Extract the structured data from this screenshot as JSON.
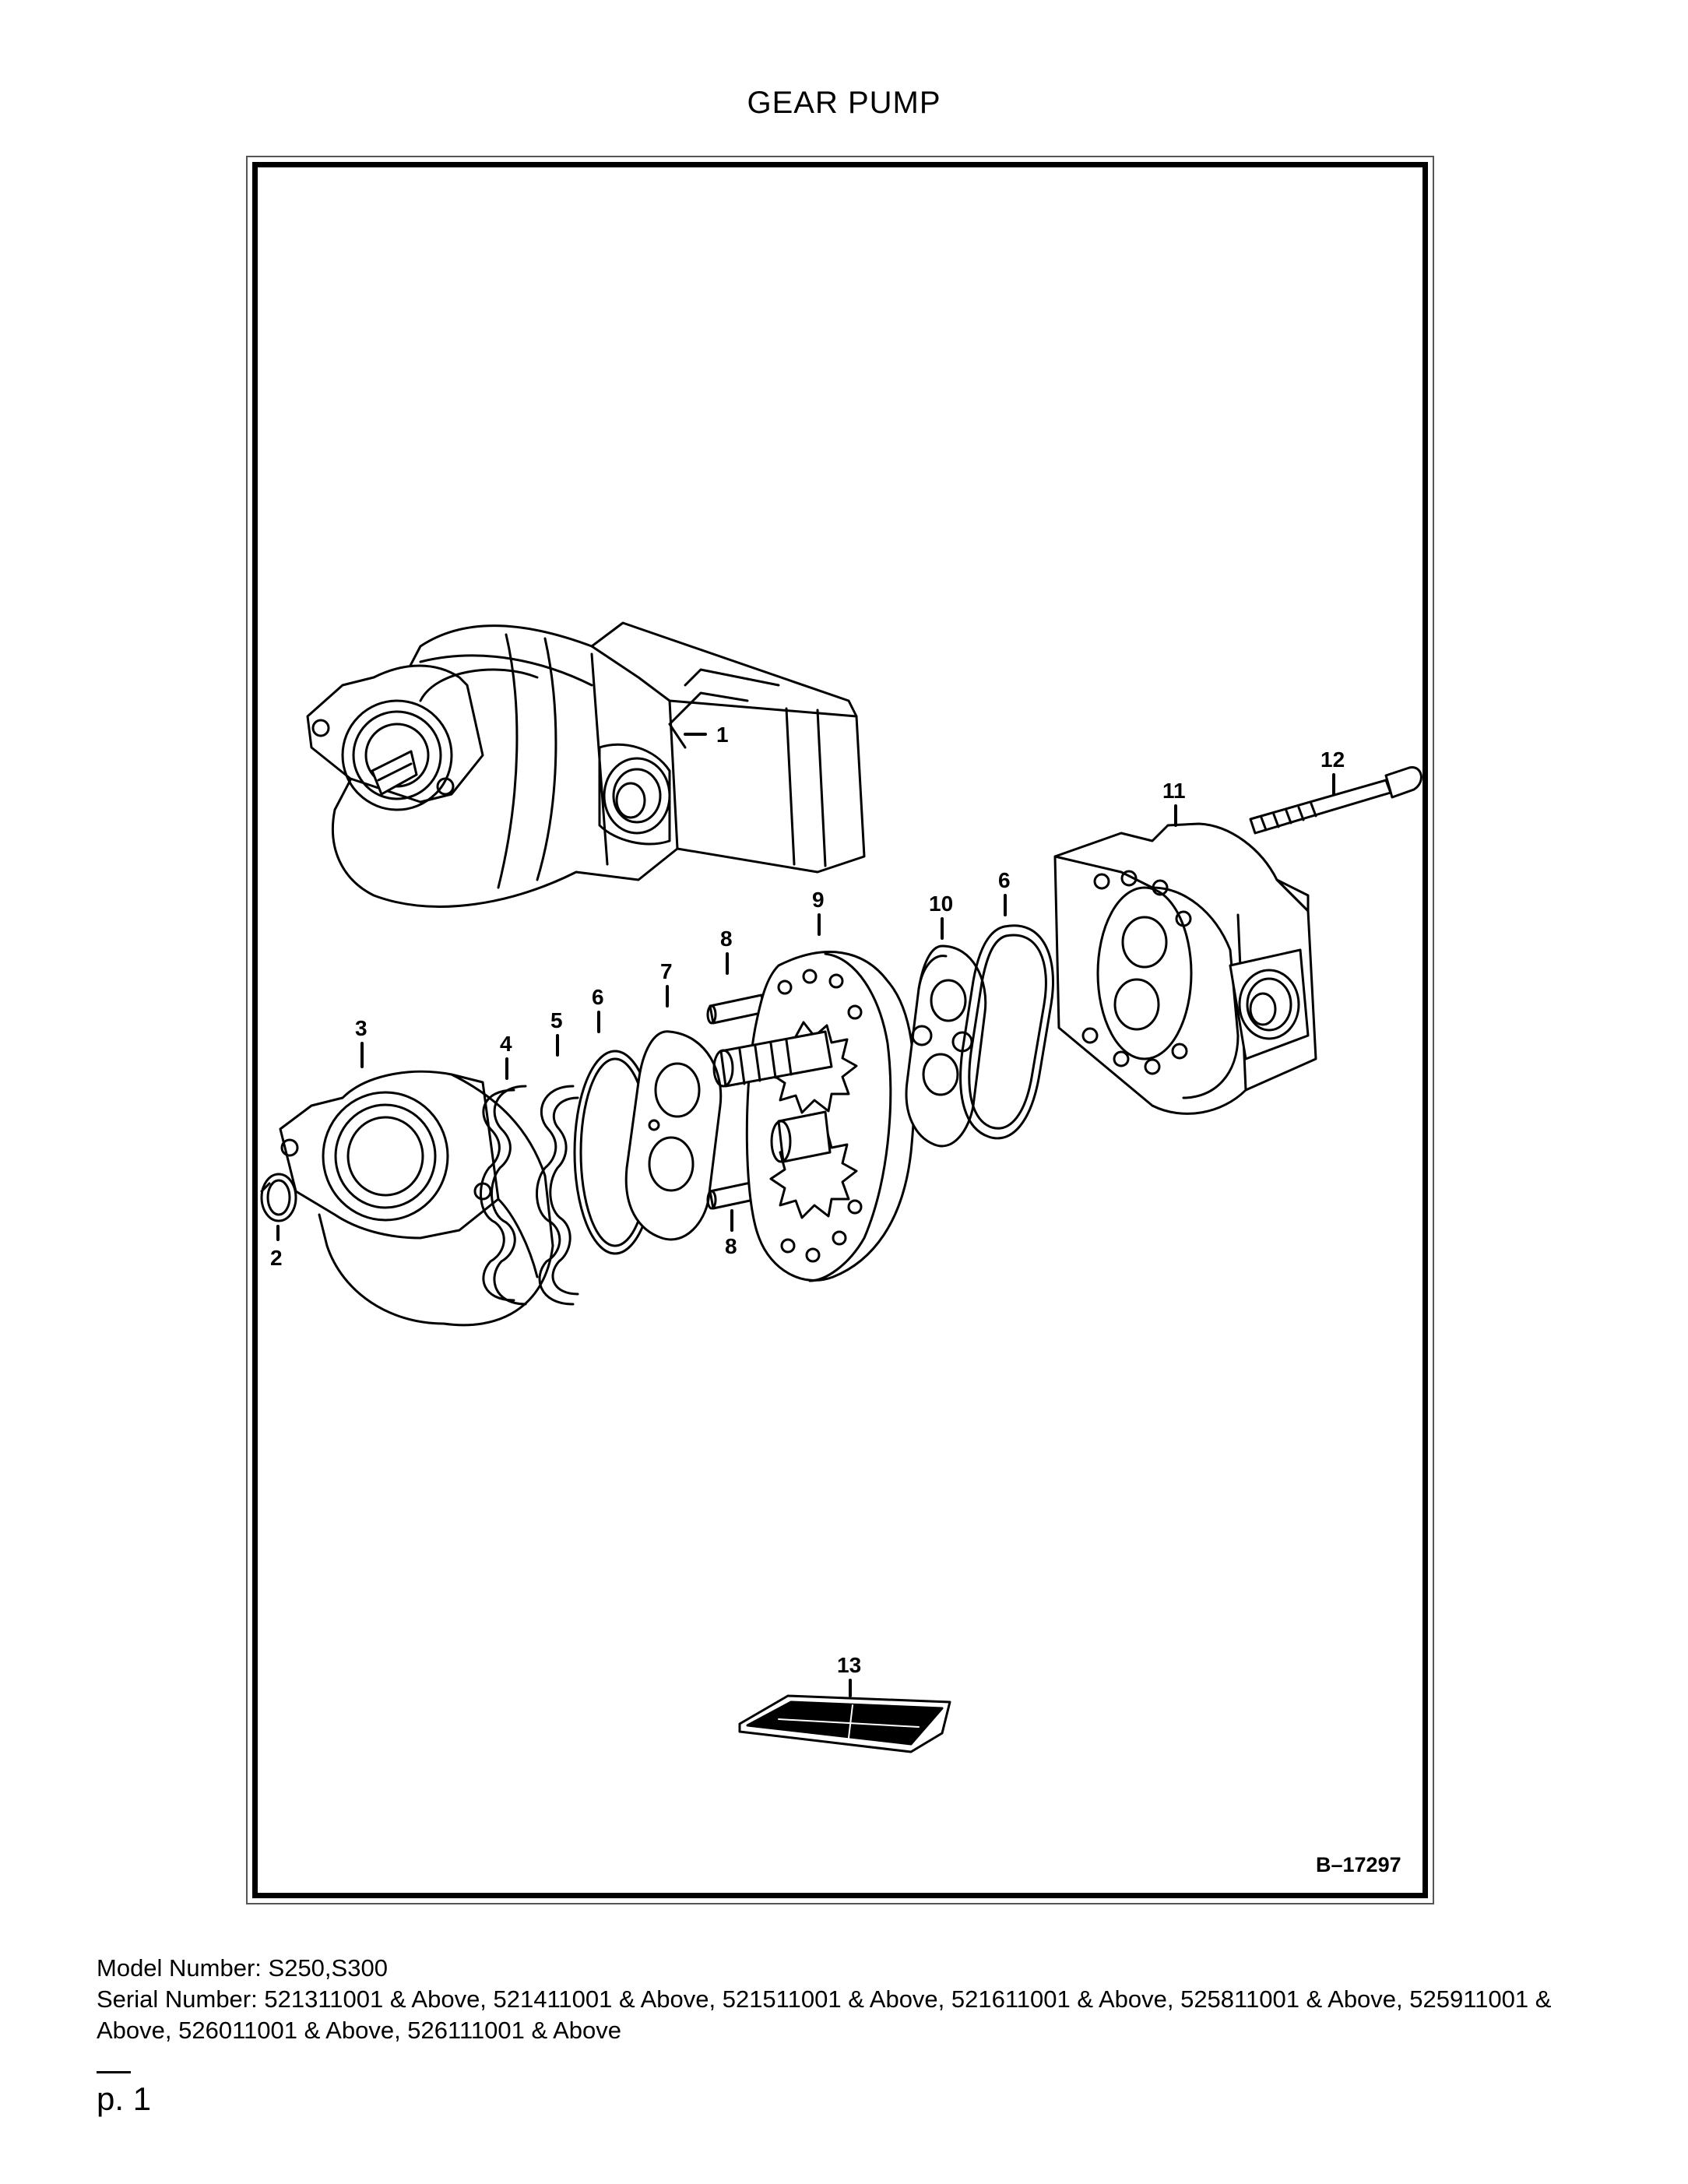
{
  "title": "GEAR PUMP",
  "diagram": {
    "callouts": [
      "1",
      "2",
      "3",
      "4",
      "5",
      "6",
      "6",
      "7",
      "8",
      "8",
      "9",
      "10",
      "11",
      "12",
      "13"
    ],
    "figure_code": "B–17297"
  },
  "model_line": "Model Number: S250,S300",
  "serial_line": "Serial Number: 521311001 & Above, 521411001 & Above, 521511001 & Above, 521611001 & Above, 525811001 & Above, 525911001 & Above, 526011001 & Above, 526111001 & Above",
  "page_number": "p. 1"
}
